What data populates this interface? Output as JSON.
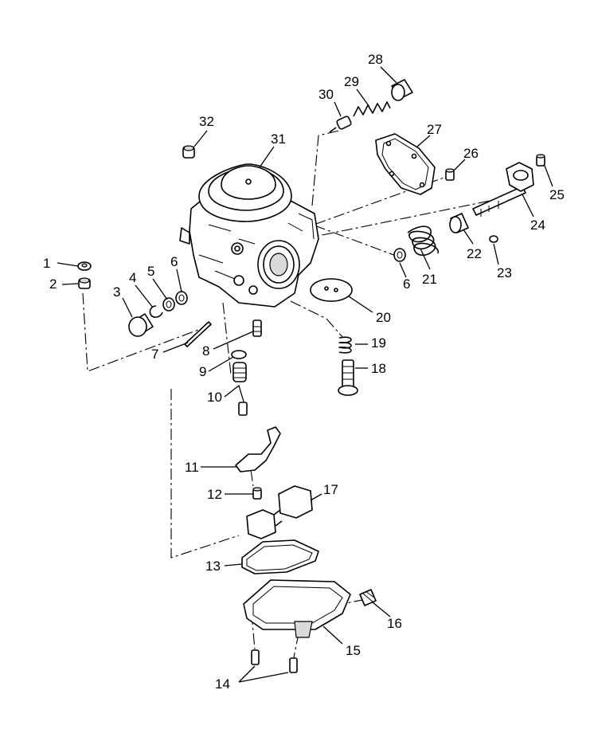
{
  "callouts": {
    "c1": "1",
    "c2": "2",
    "c3": "3",
    "c4": "4",
    "c5": "5",
    "c6a": "6",
    "c6b": "6",
    "c7": "7",
    "c8": "8",
    "c9": "9",
    "c10": "10",
    "c11": "11",
    "c12": "12",
    "c13": "13",
    "c14": "14",
    "c15": "15",
    "c16": "16",
    "c17": "17",
    "c18": "18",
    "c19": "19",
    "c20": "20",
    "c21": "21",
    "c22": "22",
    "c23": "23",
    "c24": "24",
    "c25": "25",
    "c26": "26",
    "c27": "27",
    "c28": "28",
    "c29": "29",
    "c30": "30",
    "c31": "31",
    "c32": "32"
  },
  "colors": {
    "line": "#000000",
    "background": "#ffffff",
    "shade": "#d9d9d9"
  }
}
